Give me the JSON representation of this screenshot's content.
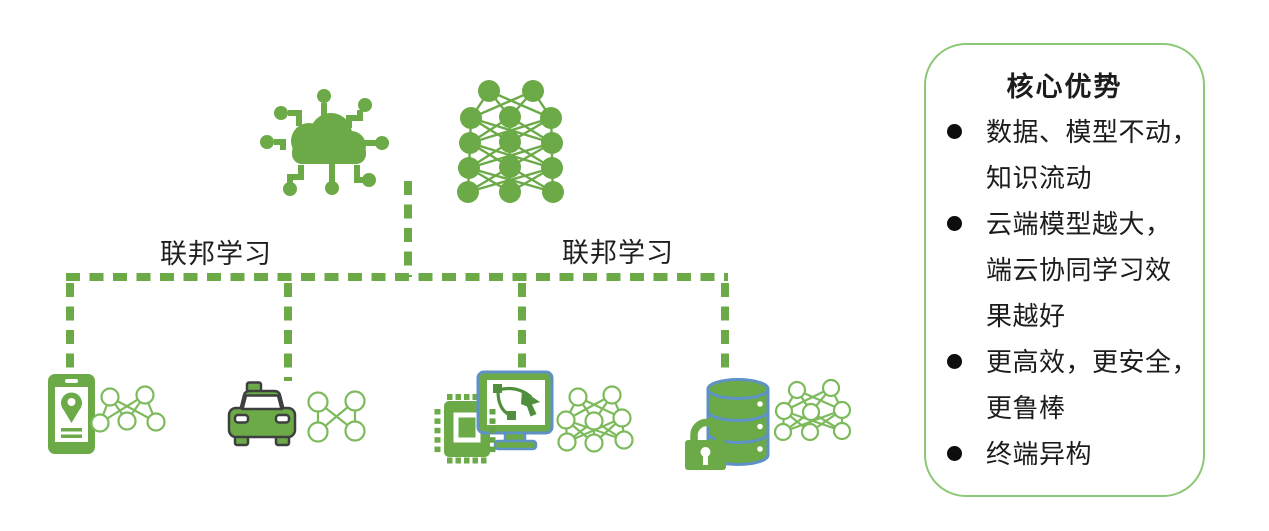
{
  "colors": {
    "green": "#6BAA47",
    "green_light": "#7CBA5C",
    "blue_outline": "#5E92C6",
    "panel_border": "#8CC878",
    "text": "#1C1C1C"
  },
  "diagram": {
    "labels": {
      "left": "联邦学习",
      "right": "联邦学习"
    },
    "icons": {
      "cloud": "cloud-network-icon",
      "cloud_model": "neural-network-icon",
      "devices": [
        "smartphone-location-icon",
        "car-icon",
        "chip-design-workstation-icon",
        "secure-database-icon"
      ],
      "device_models": [
        "phone-model-network-icon",
        "car-model-network-icon",
        "workstation-model-network-icon",
        "database-model-network-icon"
      ]
    }
  },
  "panel": {
    "title": "核心优势",
    "items": [
      {
        "lines": [
          "数据、模型不动，",
          "知识流动"
        ]
      },
      {
        "lines": [
          "云端模型越大，",
          "端云协同学习效",
          "果越好"
        ]
      },
      {
        "lines": [
          "更高效，更安全，",
          "更鲁棒"
        ]
      },
      {
        "lines": [
          "终端异构"
        ]
      }
    ]
  }
}
